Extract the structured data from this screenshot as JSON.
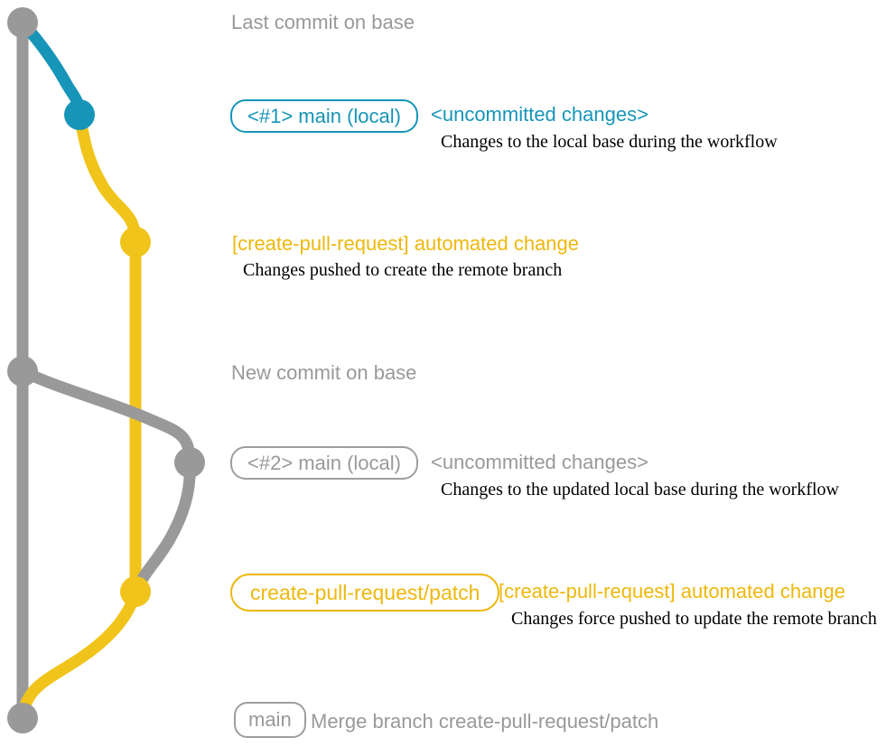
{
  "colors": {
    "base_gray": "#999999",
    "local_main_blue": "#1795b8",
    "patch_branch_yellow": "#f0c41b",
    "yellow_label_text": "#edb80d",
    "description_text": "#000000"
  },
  "labels": {
    "last_commit": "Last commit on base",
    "branch1_box": "<#1> main (local)",
    "branch1_status": "<uncommitted changes>",
    "branch1_desc": "Changes to the local base during the workflow",
    "cpr1_title": "[create-pull-request] automated change",
    "cpr1_desc": "Changes pushed to create the remote branch",
    "new_commit": "New commit on base",
    "branch2_box": "<#2> main (local)",
    "branch2_status": "<uncommitted changes>",
    "branch2_desc": "Changes to the updated local base during the workflow",
    "patch_box": "create-pull-request/patch",
    "cpr2_title": "[create-pull-request] automated change",
    "cpr2_desc": "Changes force pushed to update the remote branch",
    "main_box": "main",
    "merge_text": "Merge branch create-pull-request/patch"
  }
}
